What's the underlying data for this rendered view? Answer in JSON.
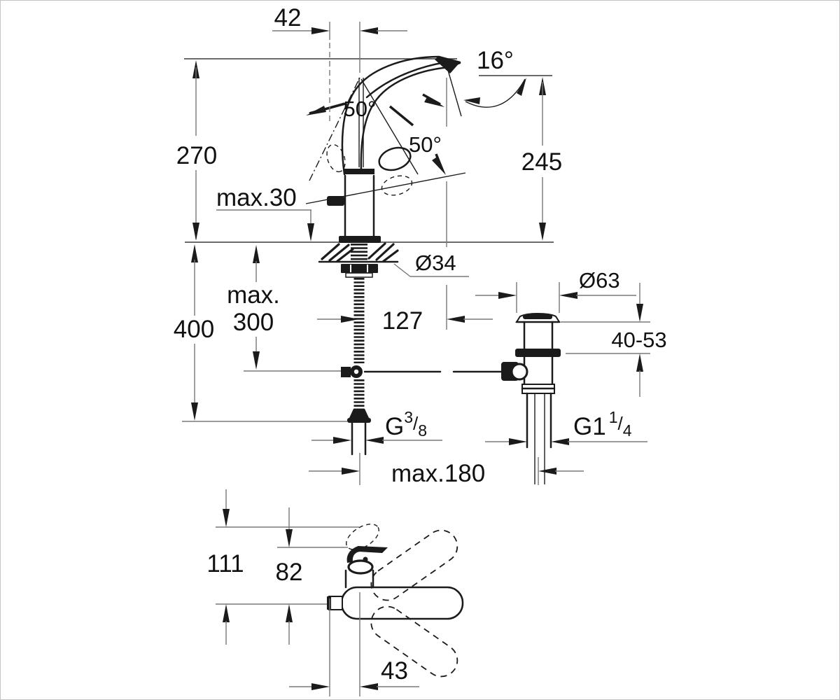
{
  "drawing": {
    "type": "technical-dimension-diagram",
    "subject": "single-lever basin mixer faucet with pop-up waste: side elevation with installation depths and separate top view",
    "units": "mm",
    "colors": {
      "background": "#ffffff",
      "object_line": "#1b1b1b",
      "dimension_line": "#787878",
      "text": "#111111",
      "border": "#c4c4c4"
    },
    "side_view": {
      "spout_offset": "42",
      "spout_angle": "16°",
      "overall_height": "270",
      "outlet_height": "245",
      "handle_swing_upper": "50°",
      "handle_swing_lower": "50°",
      "deck_thickness_max": "max.30",
      "hole_diameter": "Ø34",
      "spout_reach": "127"
    },
    "installation": {
      "pullrod_max_line1": "max.",
      "pullrod_max_line2": "300",
      "supply_length": "400",
      "supply_thread_base": "G",
      "supply_thread_numerator": "3",
      "supply_thread_slash": "/",
      "supply_thread_denominator": "8",
      "waste_flange_diameter": "Ø63",
      "waste_mount_range": "40-53",
      "waste_thread_base": "G1",
      "waste_thread_numerator": "1",
      "waste_thread_slash": "/",
      "waste_thread_denominator": "4",
      "rod_reach_max": "max.180"
    },
    "top_view": {
      "total_depth": "111",
      "body_depth": "82",
      "handle_offset": "43"
    }
  }
}
